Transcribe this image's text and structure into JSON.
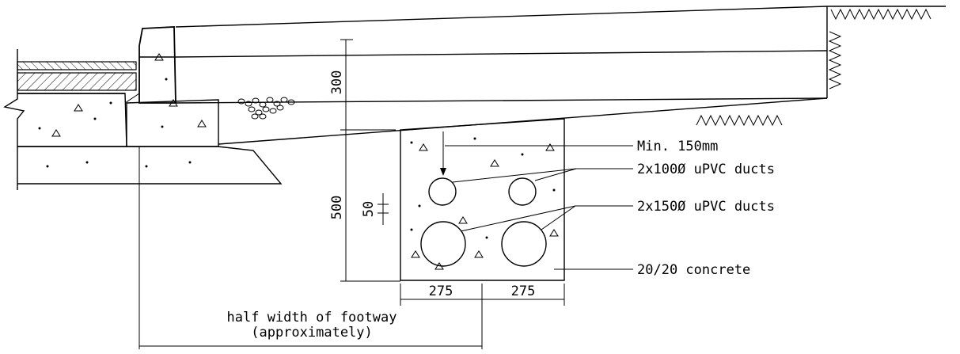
{
  "labels": {
    "min_cover": "Min. 150mm",
    "small_ducts": "2x100Ø uPVC ducts",
    "large_ducts": "2x150Ø uPVC ducts",
    "concrete": "20/20 concrete",
    "footway_line1": "half width of footway",
    "footway_line2": "(approximately)"
  },
  "dimensions": {
    "layer_depth": "300",
    "surround_depth": "500",
    "duct_gap": "50",
    "duct_spacing_left": "275",
    "duct_spacing_right": "275"
  }
}
